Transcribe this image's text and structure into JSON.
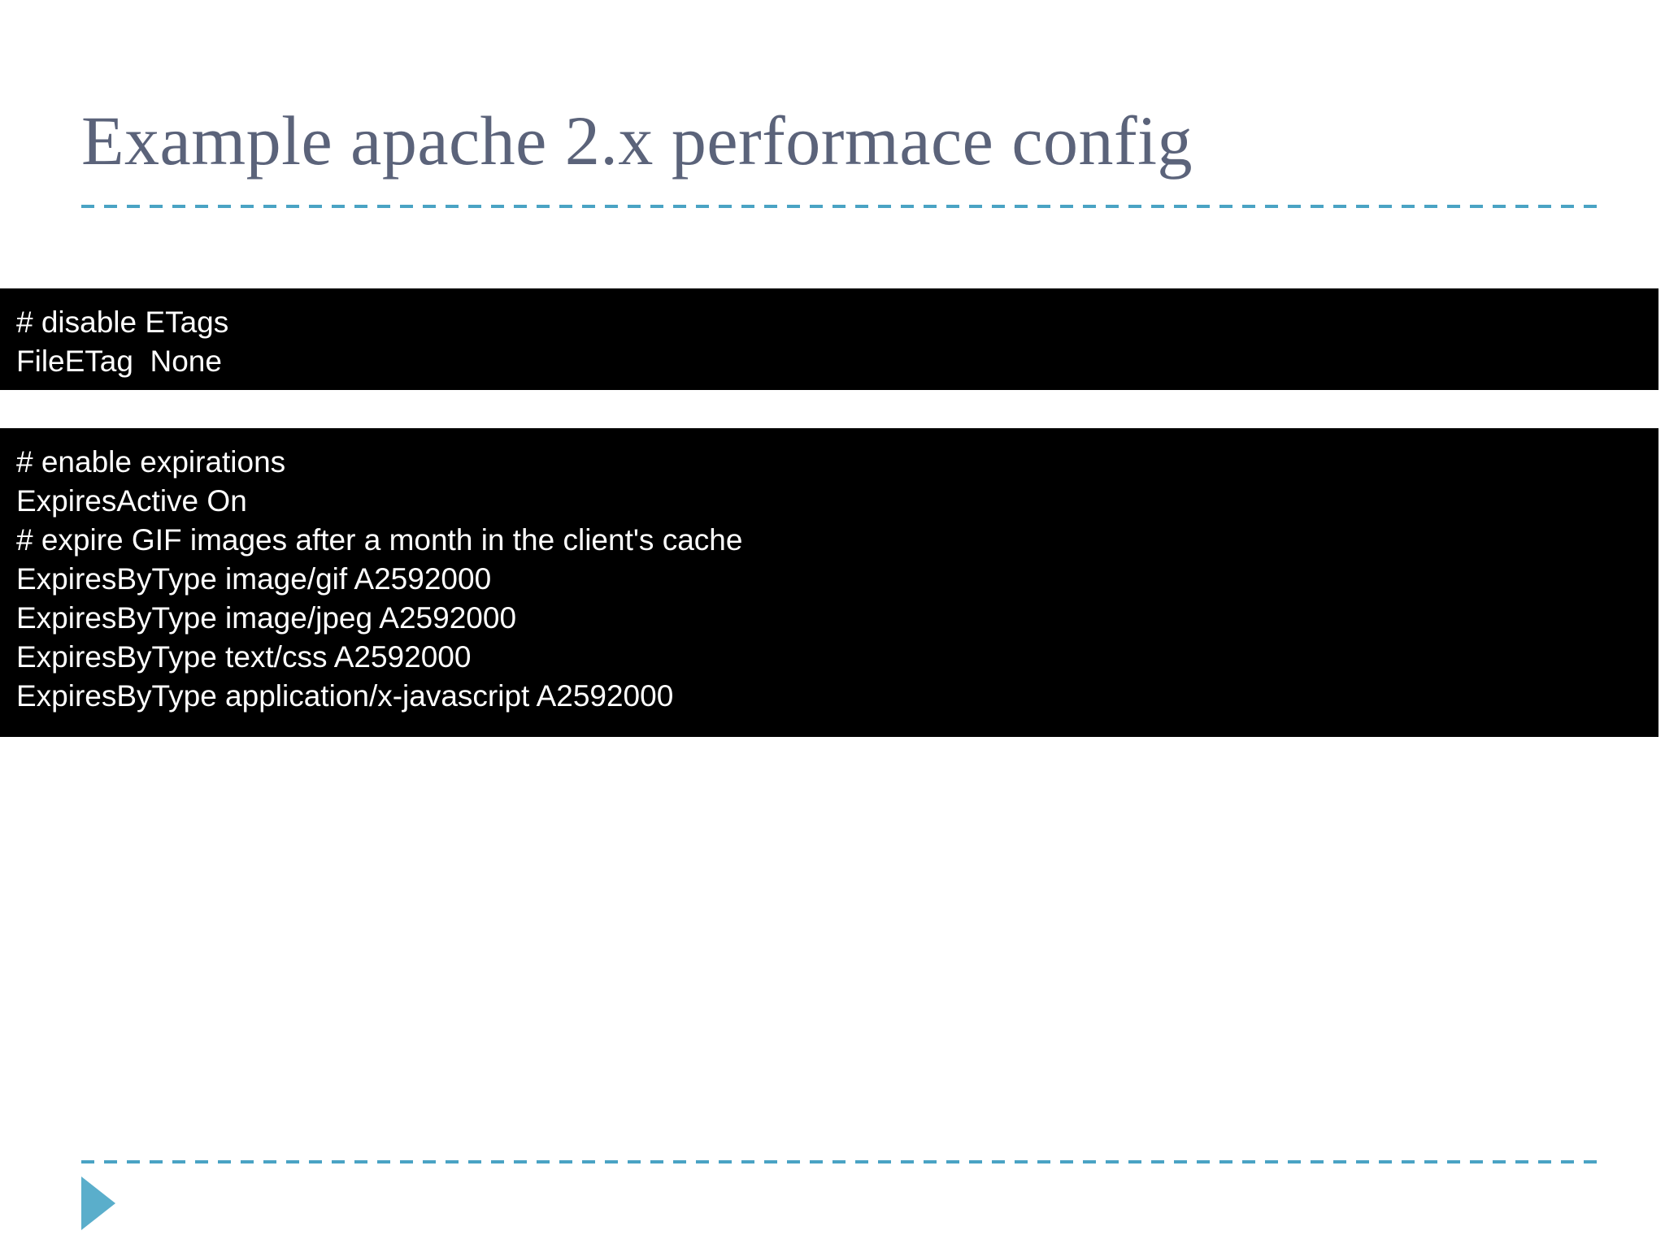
{
  "slide": {
    "title": "Example apache 2.x performace config",
    "title_color": "#5b637a",
    "background_color": "#ffffff",
    "accent_color": "#4aa3c4",
    "marker_color": "#5aaecb"
  },
  "code_blocks": [
    {
      "id": "code-block-1",
      "background_color": "#000000",
      "text_color": "#ffffff",
      "lines": [
        "# disable ETags",
        "FileETag  None"
      ]
    },
    {
      "id": "code-block-2",
      "background_color": "#000000",
      "text_color": "#ffffff",
      "lines": [
        "# enable expirations",
        "ExpiresActive On",
        "# expire GIF images after a month in the client's cache",
        "ExpiresByType image/gif A2592000",
        "ExpiresByType image/jpeg A2592000",
        "ExpiresByType text/css A2592000",
        "ExpiresByType application/x-javascript A2592000"
      ]
    }
  ],
  "footer": {
    "marker_icon": "play-triangle-icon"
  }
}
